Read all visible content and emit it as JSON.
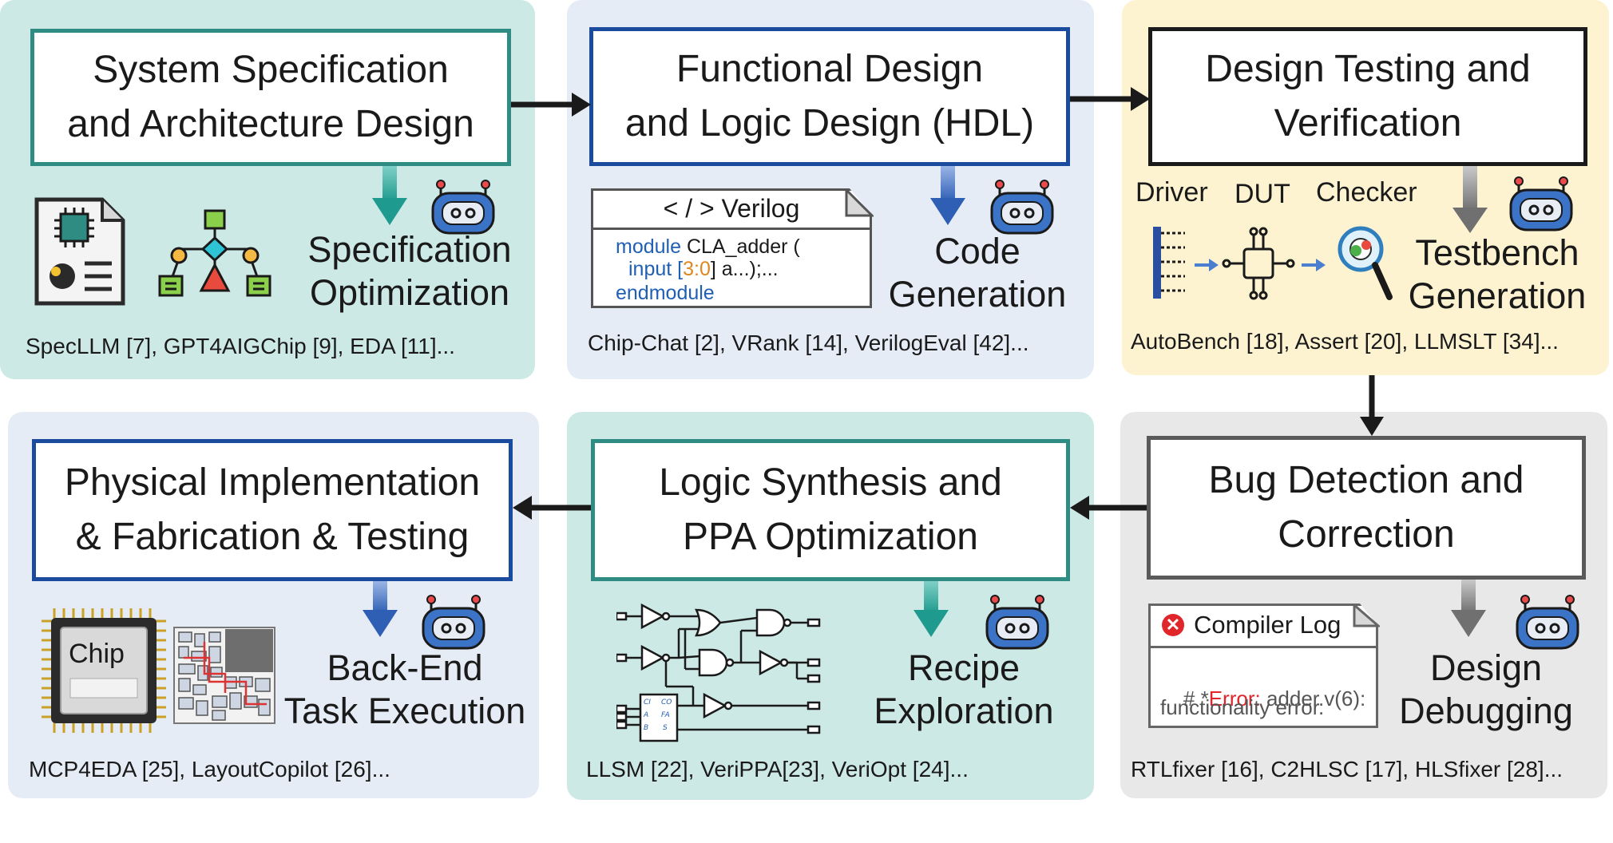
{
  "stages": [
    {
      "id": "spec",
      "title_lines": [
        "System Specification",
        "and Architecture Design"
      ],
      "task_lines": [
        "Specification",
        "Optimization"
      ],
      "refs": "SpecLLM [7], GPT4AIGChip [9], EDA [11]..."
    },
    {
      "id": "func",
      "title_lines": [
        "Functional Design",
        "and Logic Design (HDL)"
      ],
      "task_lines": [
        "Code",
        "Generation"
      ],
      "refs": "Chip-Chat [2], VRank [14], VerilogEval [42]..."
    },
    {
      "id": "test",
      "title_lines": [
        "Design Testing and",
        "Verification"
      ],
      "task_lines": [
        "Testbench",
        "Generation"
      ],
      "refs": "AutoBench [18], Assert [20], LLMSLT [34]..."
    },
    {
      "id": "phys",
      "title_lines": [
        "Physical Implementation",
        "& Fabrication & Testing"
      ],
      "task_lines": [
        "Back-End",
        "Task Execution"
      ],
      "refs": "MCP4EDA [25], LayoutCopilot [26]..."
    },
    {
      "id": "synth",
      "title_lines": [
        "Logic Synthesis and",
        "PPA Optimization"
      ],
      "task_lines": [
        "Recipe",
        "Exploration"
      ],
      "refs": "LLSM [22], VeriPPA[23], VeriOpt [24]..."
    },
    {
      "id": "bug",
      "title_lines": [
        "Bug Detection and",
        "Correction"
      ],
      "task_lines": [
        "Design",
        "Debugging"
      ],
      "refs": "RTLfixer [16], C2HLSC [17], HLSfixer [28]..."
    }
  ],
  "verilog_card": {
    "title": "< / >  Verilog",
    "line1_kw": "module",
    "line1_rest": " CLA_adder (",
    "line2_kw": "input",
    "line2_bracket_open": " [",
    "line2_range": "3:0",
    "line2_rest": "] a...);...",
    "line3_kw": "endmodule"
  },
  "testbench_flow": {
    "driver": "Driver",
    "dut": "DUT",
    "checker": "Checker"
  },
  "compiler_log": {
    "title": "Compiler Log",
    "prefix": "# *",
    "error_word": "Error:",
    "error_rest": " adder.v(6):",
    "line2": "functionality error."
  },
  "chip_label": "Chip",
  "colors": {
    "teal_panel": "#cde9e6",
    "blue_panel": "#e6ecf6",
    "yellow_panel": "#fdf3d1",
    "gray_panel": "#e8e8e8",
    "teal": "#2f8c83",
    "navy": "#1b4b9c",
    "robot_blue": "#3b73c7"
  },
  "icons": [
    "spec-doc-icon",
    "architecture-diagram-icon",
    "robot-icon",
    "driver-icon",
    "dut-icon",
    "checker-magnifier-icon",
    "chip-icon",
    "layout-icon",
    "logic-circuit-icon",
    "error-icon"
  ]
}
